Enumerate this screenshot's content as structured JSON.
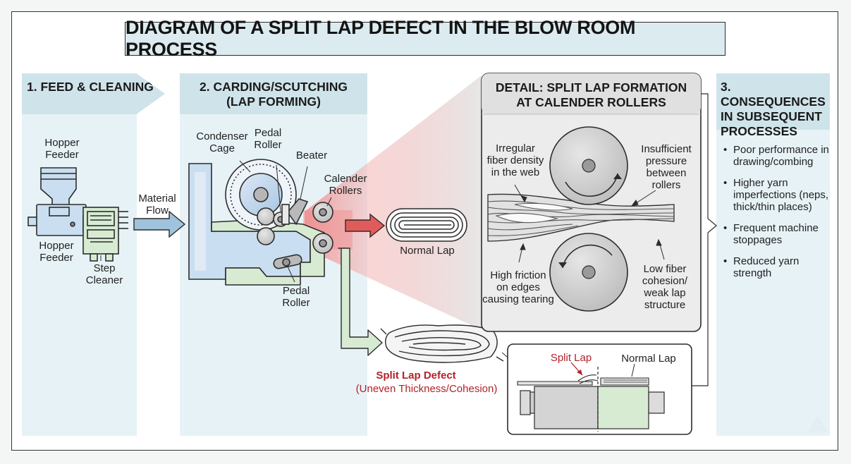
{
  "title": "DIAGRAM OF A SPLIT LAP DEFECT IN THE BLOW ROOM PROCESS",
  "sections": {
    "feed": "1. FEED & CLEANING",
    "carding_line1": "2. CARDING/SCUTCHING",
    "carding_line2": "(LAP FORMING)",
    "detail_line1": "DETAIL: SPLIT LAP FORMATION",
    "detail_line2": "AT CALENDER ROLLERS",
    "consequences_line1": "3. CONSEQUENCES",
    "consequences_line2": "IN SUBSEQUENT",
    "consequences_line3": "PROCESSES"
  },
  "labels": {
    "hopper_feeder_top": [
      "Hopper",
      "Feeder"
    ],
    "hopper_feeder_bottom": [
      "Hopper",
      "Feeder"
    ],
    "step_cleaner": [
      "Step",
      "Cleaner"
    ],
    "material_flow": [
      "Material",
      "Flow"
    ],
    "condenser_cage": [
      "Condenser",
      "Cage"
    ],
    "pedal_roller_top": [
      "Pedal",
      "Roller"
    ],
    "beater": "Beater",
    "calender_rollers": [
      "Calender",
      "Rollers"
    ],
    "pedal_roller_bottom": [
      "Pedal",
      "Roller"
    ],
    "normal_lap": "Normal Lap",
    "split_lap_defect": "Split Lap Defect",
    "split_lap_defect_sub": "(Uneven Thickness/Cohesion)",
    "irregular_fiber": [
      "Irregular",
      "fiber density",
      "in the web"
    ],
    "insufficient_pressure": [
      "Insufficient",
      "pressure",
      "between",
      "rollers"
    ],
    "high_friction": [
      "High friction",
      "on edges",
      "causing tearing"
    ],
    "low_fiber": [
      "Low fiber",
      "cohesion/",
      "weak lap",
      "structure"
    ],
    "inset_split_lap": "Split Lap",
    "inset_normal_lap": "Normal Lap"
  },
  "consequences": [
    "Poor performance in drawing/combing",
    "Higher yarn imperfections (neps, thick/thin places)",
    "Frequent machine stoppages",
    "Reduced yarn strength"
  ],
  "colors": {
    "panel": "#e6f2f6",
    "header": "#cfe3ea",
    "machine_blue": "#c9def0",
    "machine_green": "#d7ebd3",
    "flow_blue": "#9fc3dc",
    "defect_red": "#b3212a",
    "roller_gray": "#cfcfcf"
  }
}
